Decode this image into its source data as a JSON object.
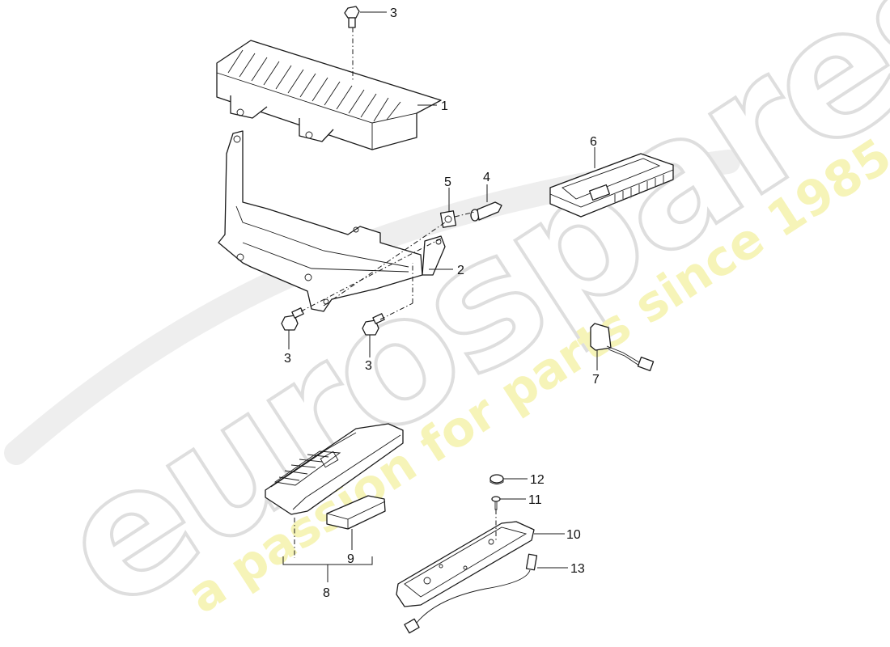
{
  "diagram": {
    "type": "exploded-parts-diagram",
    "watermark": {
      "brand": "eurospares",
      "tagline": "a passion for parts since 1985",
      "brand_color": "#e8e8e8",
      "tagline_color": "#f5f3b0"
    },
    "callouts": [
      {
        "id": "c1",
        "label": "1",
        "part": "amplifier"
      },
      {
        "id": "c2",
        "label": "2",
        "part": "mounting-bracket"
      },
      {
        "id": "c3a",
        "label": "3",
        "part": "bolt-top"
      },
      {
        "id": "c3b",
        "label": "3",
        "part": "bolt-left"
      },
      {
        "id": "c3c",
        "label": "3",
        "part": "bolt-right"
      },
      {
        "id": "c4",
        "label": "4",
        "part": "expanding-rivet"
      },
      {
        "id": "c5",
        "label": "5",
        "part": "clip-nut"
      },
      {
        "id": "c6",
        "label": "6",
        "part": "control-unit"
      },
      {
        "id": "c7",
        "label": "7",
        "part": "connector-adapter"
      },
      {
        "id": "c8",
        "label": "8",
        "part": "remote-control-set"
      },
      {
        "id": "c9",
        "label": "9",
        "part": "battery"
      },
      {
        "id": "c10",
        "label": "10",
        "part": "holder-cradle"
      },
      {
        "id": "c11",
        "label": "11",
        "part": "screw"
      },
      {
        "id": "c12",
        "label": "12",
        "part": "cover-cap"
      },
      {
        "id": "c13",
        "label": "13",
        "part": "wiring-harness"
      }
    ]
  }
}
